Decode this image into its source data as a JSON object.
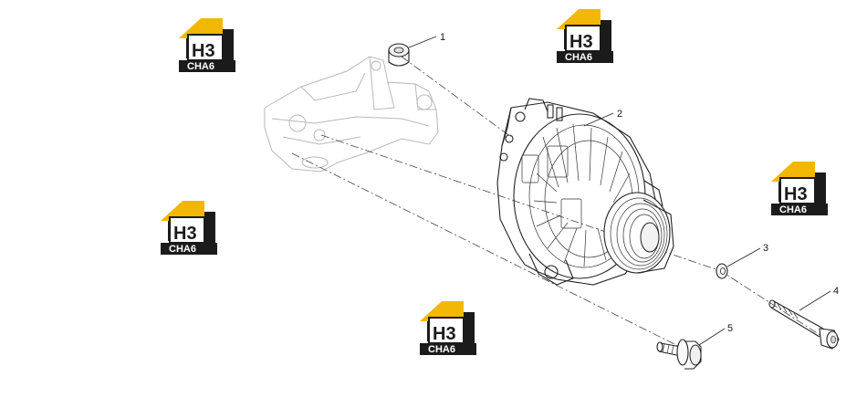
{
  "watermark": {
    "code": "H3",
    "brand": "CHA6",
    "colors": {
      "roof": "#f2b705",
      "dark": "#1b1b1b",
      "text_light": "#ffffff"
    }
  },
  "callouts": [
    {
      "id": "1",
      "label": "1",
      "part": "bushing"
    },
    {
      "id": "2",
      "label": "2",
      "part": "alternator"
    },
    {
      "id": "3",
      "label": "3",
      "part": "washer"
    },
    {
      "id": "4",
      "label": "4",
      "part": "long-bolt"
    },
    {
      "id": "5",
      "label": "5",
      "part": "flange-bolt"
    }
  ]
}
